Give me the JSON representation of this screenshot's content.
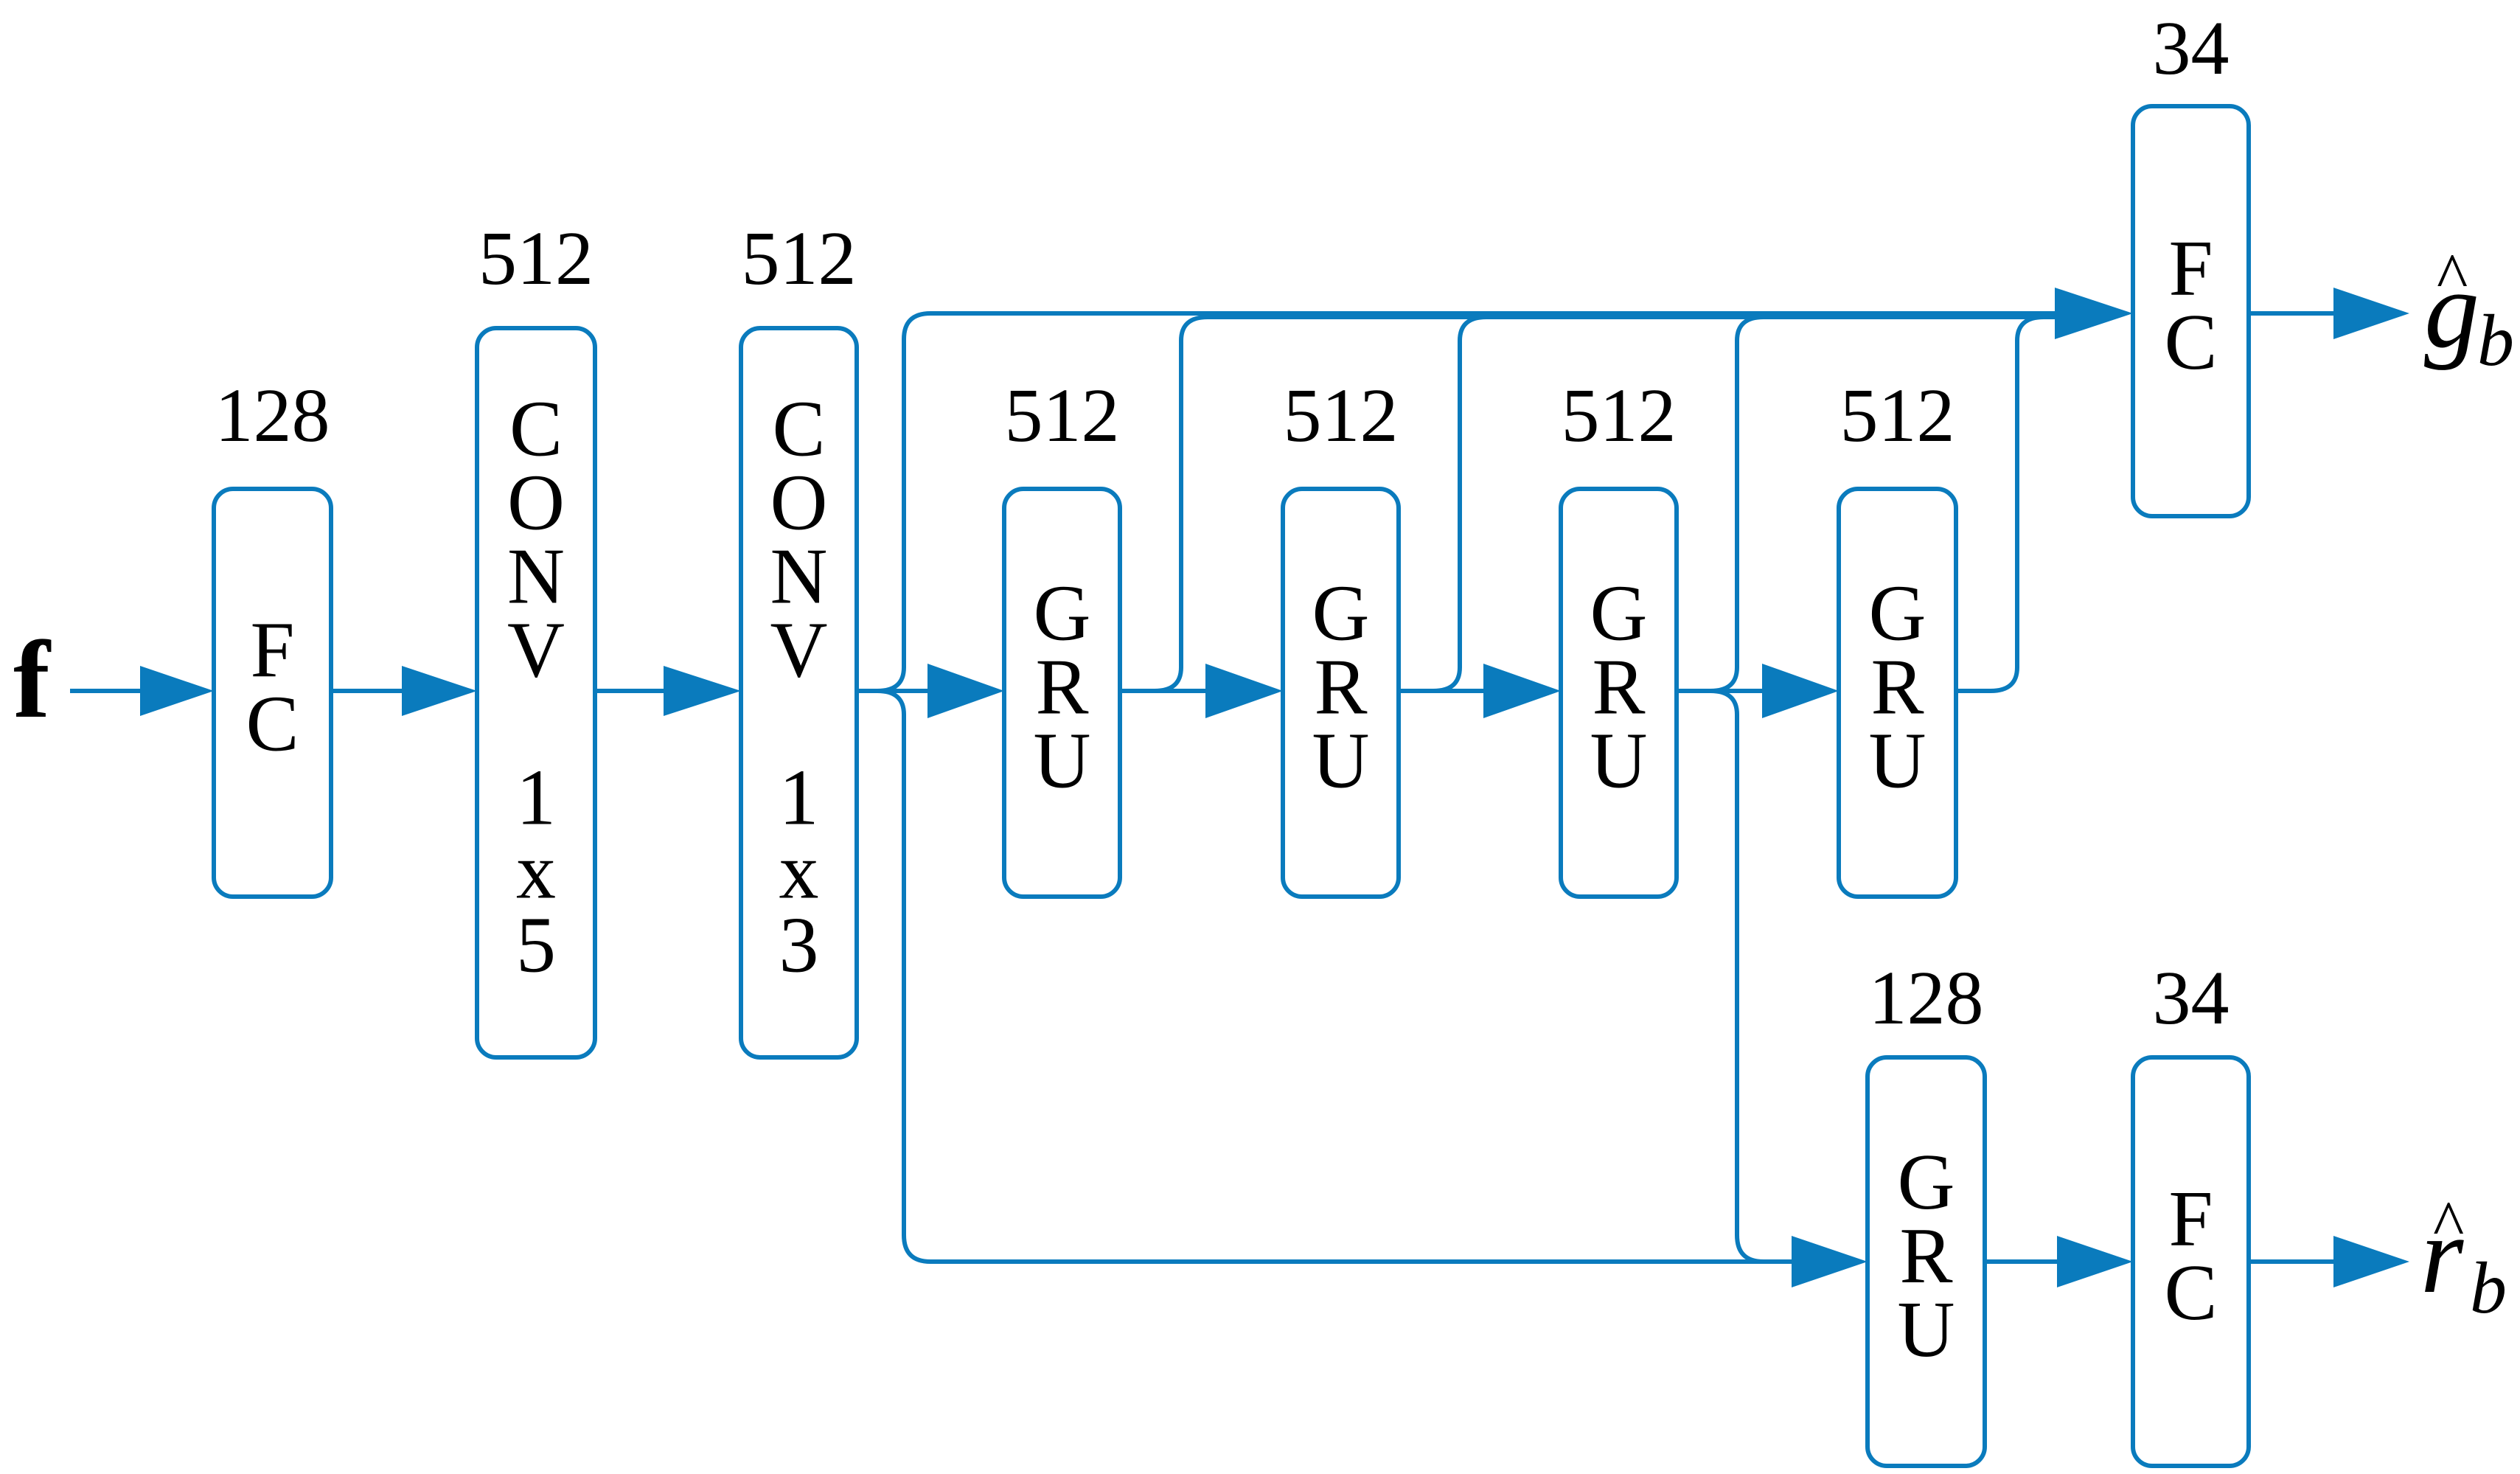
{
  "diagram": {
    "accent_color": "#0a7bbd",
    "input": {
      "label": "f"
    },
    "layers": [
      {
        "id": "fc1",
        "type": "FC",
        "letters": [
          "F",
          "C"
        ],
        "units": "128"
      },
      {
        "id": "conv1",
        "type": "CONV",
        "letters": [
          "C",
          "O",
          "N",
          "V",
          "",
          "1",
          "x",
          "5"
        ],
        "units": "512"
      },
      {
        "id": "conv2",
        "type": "CONV",
        "letters": [
          "C",
          "O",
          "N",
          "V",
          "",
          "1",
          "x",
          "3"
        ],
        "units": "512"
      },
      {
        "id": "gru1",
        "type": "GRU",
        "letters": [
          "G",
          "R",
          "U"
        ],
        "units": "512"
      },
      {
        "id": "gru2",
        "type": "GRU",
        "letters": [
          "G",
          "R",
          "U"
        ],
        "units": "512"
      },
      {
        "id": "gru3",
        "type": "GRU",
        "letters": [
          "G",
          "R",
          "U"
        ],
        "units": "512"
      },
      {
        "id": "gru4",
        "type": "GRU",
        "letters": [
          "G",
          "R",
          "U"
        ],
        "units": "512"
      },
      {
        "id": "fc_g",
        "type": "FC",
        "letters": [
          "F",
          "C"
        ],
        "units": "34"
      },
      {
        "id": "gru_r",
        "type": "GRU",
        "letters": [
          "G",
          "R",
          "U"
        ],
        "units": "128"
      },
      {
        "id": "fc_r",
        "type": "FC",
        "letters": [
          "F",
          "C"
        ],
        "units": "34"
      }
    ],
    "outputs": [
      {
        "id": "g_hat",
        "base": "g",
        "accent": "^",
        "subscript": "b"
      },
      {
        "id": "r_hat",
        "base": "r",
        "accent": "^",
        "subscript": "b"
      }
    ],
    "connections": [
      [
        "input",
        "fc1"
      ],
      [
        "fc1",
        "conv1"
      ],
      [
        "conv1",
        "conv2"
      ],
      [
        "conv2",
        "gru1"
      ],
      [
        "gru1",
        "gru2"
      ],
      [
        "gru2",
        "gru3"
      ],
      [
        "gru3",
        "gru4"
      ],
      [
        "conv2",
        "fc_g"
      ],
      [
        "gru1",
        "fc_g"
      ],
      [
        "gru2",
        "fc_g"
      ],
      [
        "gru3",
        "fc_g"
      ],
      [
        "gru4",
        "fc_g"
      ],
      [
        "conv2",
        "gru_r"
      ],
      [
        "gru3",
        "gru_r"
      ],
      [
        "gru_r",
        "fc_r"
      ],
      [
        "fc_g",
        "g_hat"
      ],
      [
        "fc_r",
        "r_hat"
      ]
    ]
  }
}
